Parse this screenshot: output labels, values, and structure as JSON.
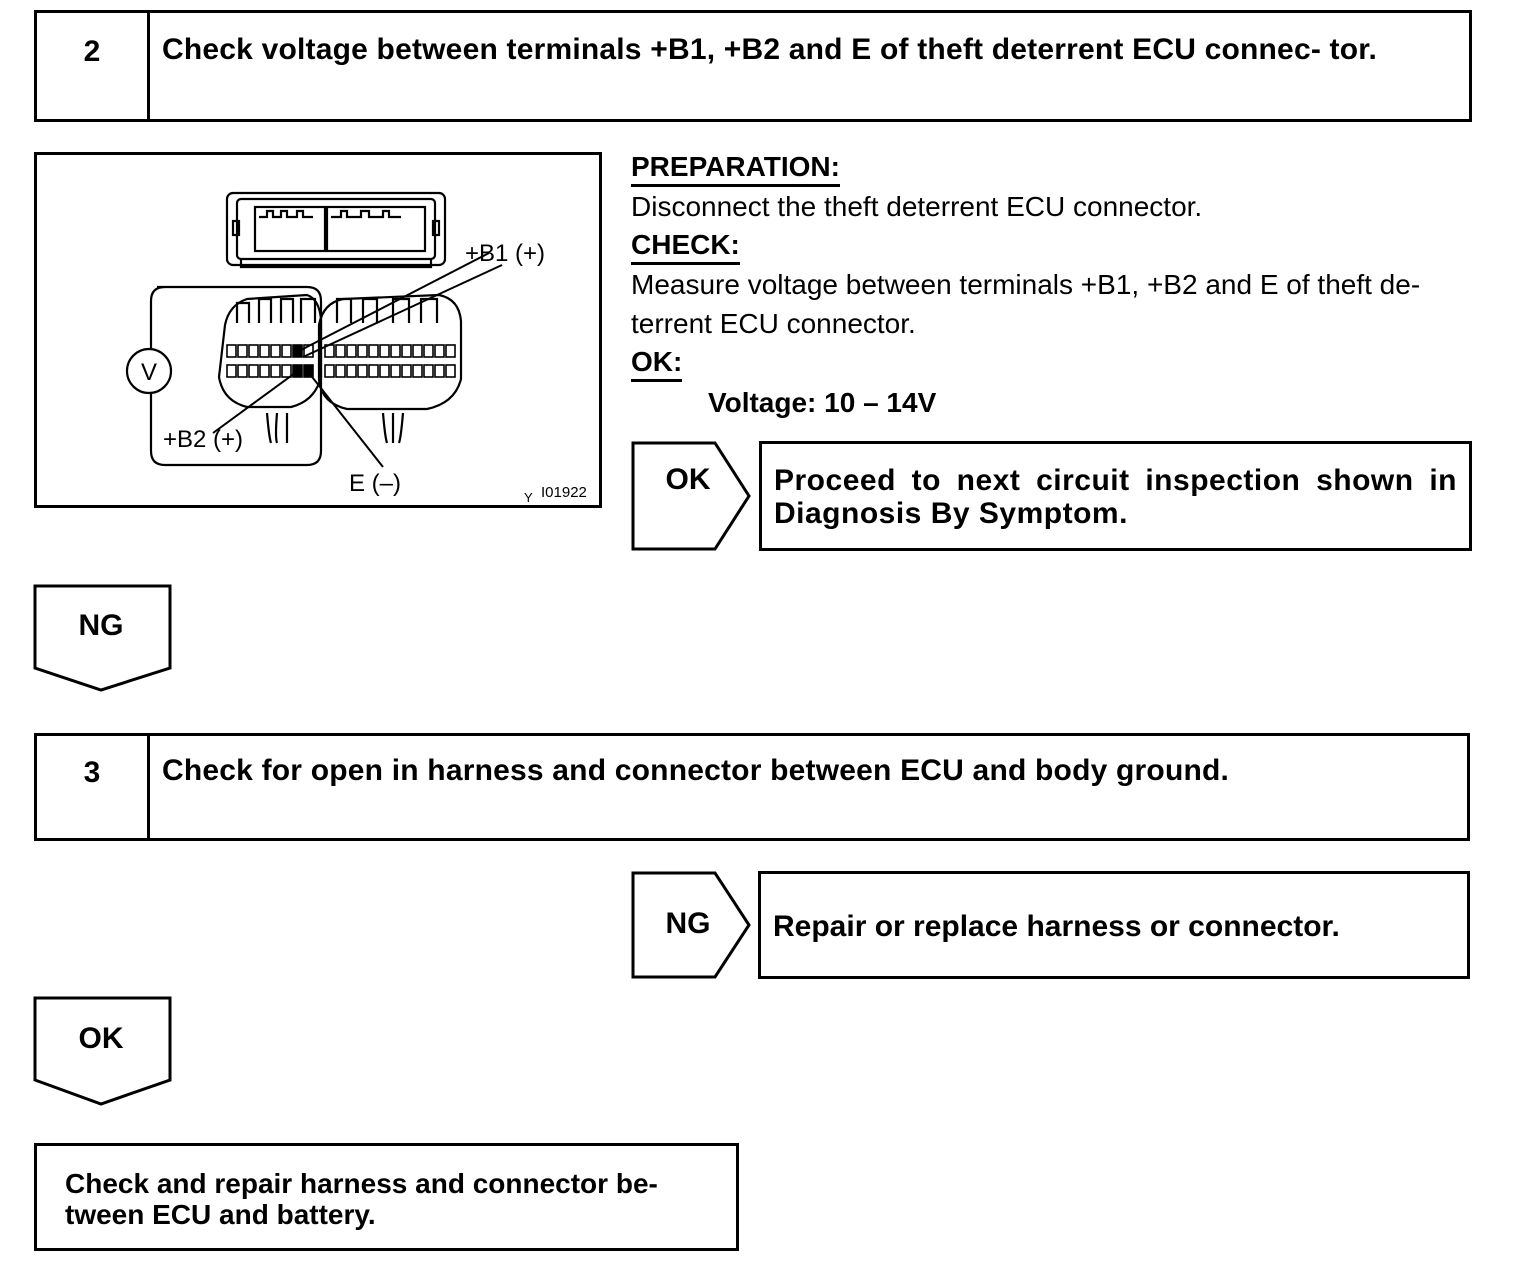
{
  "step2": {
    "number": "2",
    "title": "Check voltage between terminals +B1, +B2 and E of theft deterrent ECU connec- tor."
  },
  "diagram": {
    "label_b1": "+B1 (+)",
    "label_b2": "+B2 (+)",
    "label_e": "E (–)",
    "meter": "V",
    "code_letter": "Y",
    "code": "I01922"
  },
  "inspection": {
    "preparation_label": "PREPARATION:",
    "preparation_text": "Disconnect the theft deterrent ECU connector.",
    "check_label": "CHECK:",
    "check_text_line1": "Measure voltage between terminals +B1, +B2 and E of theft de-",
    "check_text_line2": "terrent ECU connector.",
    "ok_label": "OK:",
    "ok_spec": "Voltage: 10 – 14V"
  },
  "ok_branch_1": {
    "tag": "OK",
    "text": "Proceed to next circuit inspection shown in Diagnosis By Symptom."
  },
  "ng_arrow_1": {
    "tag": "NG"
  },
  "step3": {
    "number": "3",
    "title": "Check for open in harness and connector between ECU and body ground."
  },
  "ng_branch_2": {
    "tag": "NG",
    "text": "Repair or replace harness or connector."
  },
  "ok_arrow_2": {
    "tag": "OK"
  },
  "final": {
    "text_line1": "Check and repair harness and connector be-",
    "text_line2": "tween ECU and battery."
  }
}
